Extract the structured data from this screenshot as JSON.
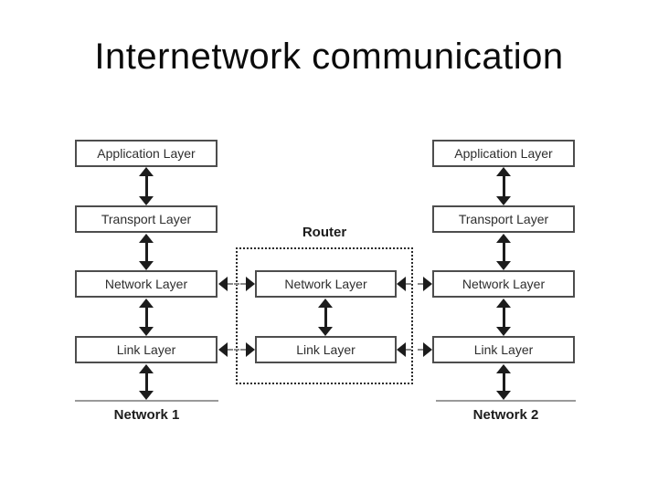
{
  "title": "Internetwork communication",
  "diagram": {
    "left_stack": {
      "boxes": [
        "Application Layer",
        "Transport Layer",
        "Network Layer",
        "Link Layer"
      ],
      "network_label": "Network 1"
    },
    "router": {
      "label": "Router",
      "boxes": [
        "Network Layer",
        "Link Layer"
      ]
    },
    "right_stack": {
      "boxes": [
        "Application Layer",
        "Transport Layer",
        "Network Layer",
        "Link Layer"
      ],
      "network_label": "Network 2"
    },
    "colors": {
      "background": "#ffffff",
      "title_text": "#0b0b0b",
      "box_border": "#4d4d4d",
      "box_text": "#2e2e2e",
      "arrow": "#1c1c1c",
      "arrow_dash": "#8a8a8a",
      "router_dotted_border": "#2a2a2a",
      "network_line": "#9a9a9a"
    }
  }
}
